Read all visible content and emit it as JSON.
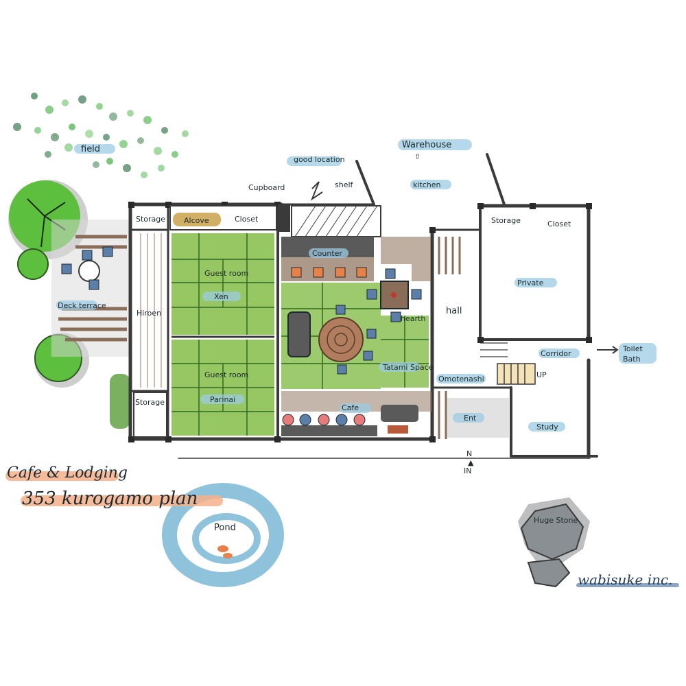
{
  "title": {
    "line1": "Cafe & Lodging",
    "line2": "353 kurogamo plan"
  },
  "signature": "wabisuke inc.",
  "compass": "N",
  "rooms": {
    "field": "field",
    "good_location": "good location",
    "warehouse": "Warehouse",
    "cupboard": "Cupboard",
    "shelf": "shelf",
    "kitchen": "kitchen",
    "storage_nw": "Storage",
    "alcove": "Alcove",
    "closet_n": "Closet",
    "storage_ne": "Storage",
    "closet_ne": "Closet",
    "counter": "Counter",
    "guest_room_1": "Guest room",
    "guest_room_1_name": "Xen",
    "guest_room_2": "Guest room",
    "guest_room_2_name": "Parinai",
    "deck_terrace": "Deck terrace",
    "hiroen": "Hiroen",
    "hearth": "hearth",
    "hall": "hall",
    "private": "Private",
    "tatami_space": "Tatami Space",
    "corridor": "Corridor",
    "toilet": "Toilet",
    "bath": "Bath",
    "up": "UP",
    "omotenashi": "Omotenashi",
    "storage_sw": "Storage",
    "cafe": "Cafe",
    "ent": "Ent",
    "study": "Study",
    "in": "IN",
    "pond": "Pond",
    "huge_stone": "Huge Stone"
  },
  "colors": {
    "tatami": "#8cc152",
    "tatami_line": "#2f6b1f",
    "wall": "#3a3a3a",
    "wood": "#8a6d58",
    "label_bg": "#9ccbe3",
    "title_bg": "#f4b08a",
    "pond": "#8fc3dc",
    "tree": "#5cbf3e",
    "stone": "#8a8f94",
    "cushion_red": "#e8804a",
    "cushion_blue": "#5b7fa8"
  }
}
